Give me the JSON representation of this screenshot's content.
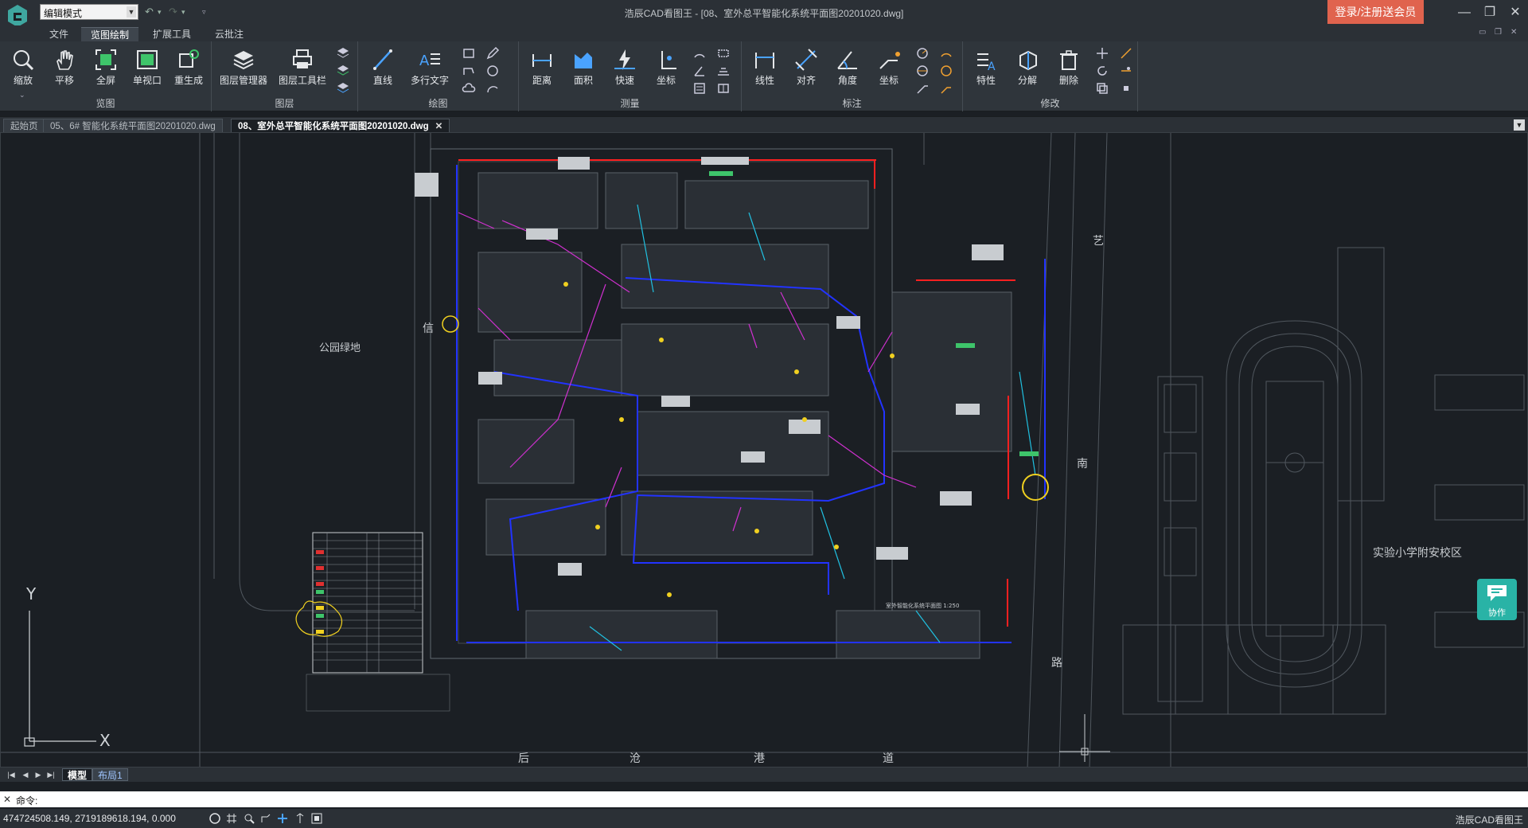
{
  "app": {
    "title": "浩辰CAD看图王 - [08、室外总平智能化系统平面图20201020.dwg]",
    "mode": "编辑模式",
    "login_label": "登录/注册送会员",
    "brand_status": "浩辰CAD看图王"
  },
  "menu": [
    "文件",
    "览图绘制",
    "扩展工具",
    "云批注"
  ],
  "ribbon": {
    "groups": [
      {
        "label": "览图",
        "buttons": [
          "缩放",
          "平移",
          "全屏",
          "单视口",
          "重生成"
        ]
      },
      {
        "label": "图层",
        "buttons": [
          "图层管理器",
          "图层工具栏"
        ]
      },
      {
        "label": "绘图",
        "buttons": [
          "直线",
          "多行文字"
        ]
      },
      {
        "label": "测量",
        "buttons": [
          "距离",
          "面积",
          "快速",
          "坐标"
        ]
      },
      {
        "label": "标注",
        "buttons": [
          "线性",
          "对齐",
          "角度",
          "坐标"
        ]
      },
      {
        "label": "修改",
        "buttons": [
          "特性",
          "分解",
          "删除"
        ]
      }
    ]
  },
  "doc_tabs": [
    "起始页",
    "05、6# 智能化系统平面图20201020.dwg",
    "08、室外总平智能化系统平面图20201020.dwg"
  ],
  "drawing": {
    "left_label": "公园绿地",
    "right_label": "实验小学附安校区",
    "road_chars": [
      "南",
      "艺",
      "路",
      "信",
      "后",
      "沧",
      "港",
      "道"
    ],
    "title_block": "室外智能化系统平面图 1:250"
  },
  "collab_label": "协作",
  "layout_tabs": [
    "模型",
    "布局1"
  ],
  "command": {
    "prompt": "命令:"
  },
  "status": {
    "coords": "474724508.149, 2719189618.194, 0.000"
  },
  "colors": {
    "accent": "#e0634e",
    "teal": "#29b3a6",
    "bg": "#1b1f24"
  }
}
